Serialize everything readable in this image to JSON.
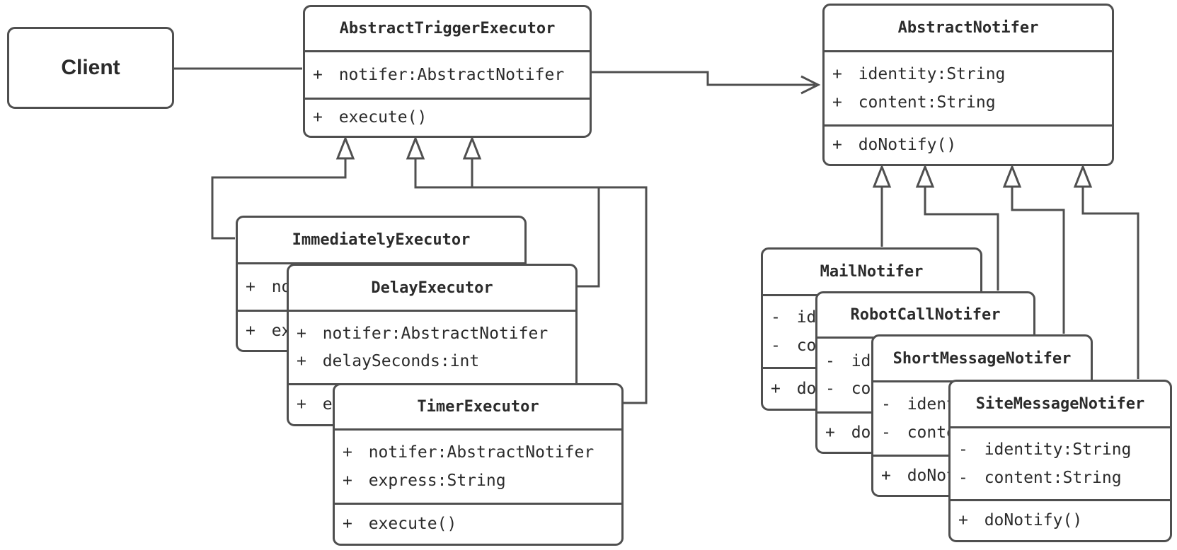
{
  "diagram": {
    "background": "#ffffff",
    "colors": {
      "stroke": "#4f4f4f",
      "text": "#2b2b2b",
      "box_fill": "#ffffff"
    },
    "classes": {
      "client": {
        "title": "Client"
      },
      "abstract_trigger_executor": {
        "title": "AbstractTriggerExecutor",
        "attrs": [
          "+ notifer:AbstractNotifer"
        ],
        "methods": [
          "+ execute()"
        ]
      },
      "immediately_executor": {
        "title": "ImmediatelyExecutor",
        "attrs": [
          "+ notifer:AbstractNotifer"
        ],
        "methods": [
          "+ execute()"
        ]
      },
      "delay_executor": {
        "title": "DelayExecutor",
        "attrs": [
          "+ notifer:AbstractNotifer",
          "+ delaySeconds:int"
        ],
        "methods": [
          "+ execute()"
        ]
      },
      "timer_executor": {
        "title": "TimerExecutor",
        "attrs": [
          "+ notifer:AbstractNotifer",
          "+ express:String"
        ],
        "methods": [
          "+ execute()"
        ]
      },
      "abstract_notifer": {
        "title": "AbstractNotifer",
        "attrs": [
          "+ identity:String",
          "+ content:String"
        ],
        "methods": [
          "+ doNotify()"
        ]
      },
      "mail_notifer": {
        "title": "MailNotifer",
        "attrs": [
          "- identity:String",
          "- content:String"
        ],
        "methods": [
          "+ doNotify()"
        ]
      },
      "robot_call_notifer": {
        "title": "RobotCallNotifer",
        "attrs": [
          "- identity:String",
          "- content:String"
        ],
        "methods": [
          "+ doNotify()"
        ]
      },
      "short_message_notifer": {
        "title": "ShortMessageNotifer",
        "attrs": [
          "- identity:String",
          "- content:String"
        ],
        "methods": [
          "+ doNotify()"
        ]
      },
      "site_message_notifer": {
        "title": "SiteMessageNotifer",
        "attrs": [
          "- identity:String",
          "- content:String"
        ],
        "methods": [
          "+ doNotify()"
        ]
      }
    },
    "relationships": [
      {
        "from": "Client",
        "to": "AbstractTriggerExecutor",
        "type": "association"
      },
      {
        "from": "AbstractTriggerExecutor",
        "to": "AbstractNotifer",
        "type": "directed-association"
      },
      {
        "from": "ImmediatelyExecutor",
        "to": "AbstractTriggerExecutor",
        "type": "generalization"
      },
      {
        "from": "DelayExecutor",
        "to": "AbstractTriggerExecutor",
        "type": "generalization"
      },
      {
        "from": "TimerExecutor",
        "to": "AbstractTriggerExecutor",
        "type": "generalization"
      },
      {
        "from": "MailNotifer",
        "to": "AbstractNotifer",
        "type": "generalization"
      },
      {
        "from": "RobotCallNotifer",
        "to": "AbstractNotifer",
        "type": "generalization"
      },
      {
        "from": "ShortMessageNotifer",
        "to": "AbstractNotifer",
        "type": "generalization"
      },
      {
        "from": "SiteMessageNotifer",
        "to": "AbstractNotifer",
        "type": "generalization"
      }
    ]
  }
}
